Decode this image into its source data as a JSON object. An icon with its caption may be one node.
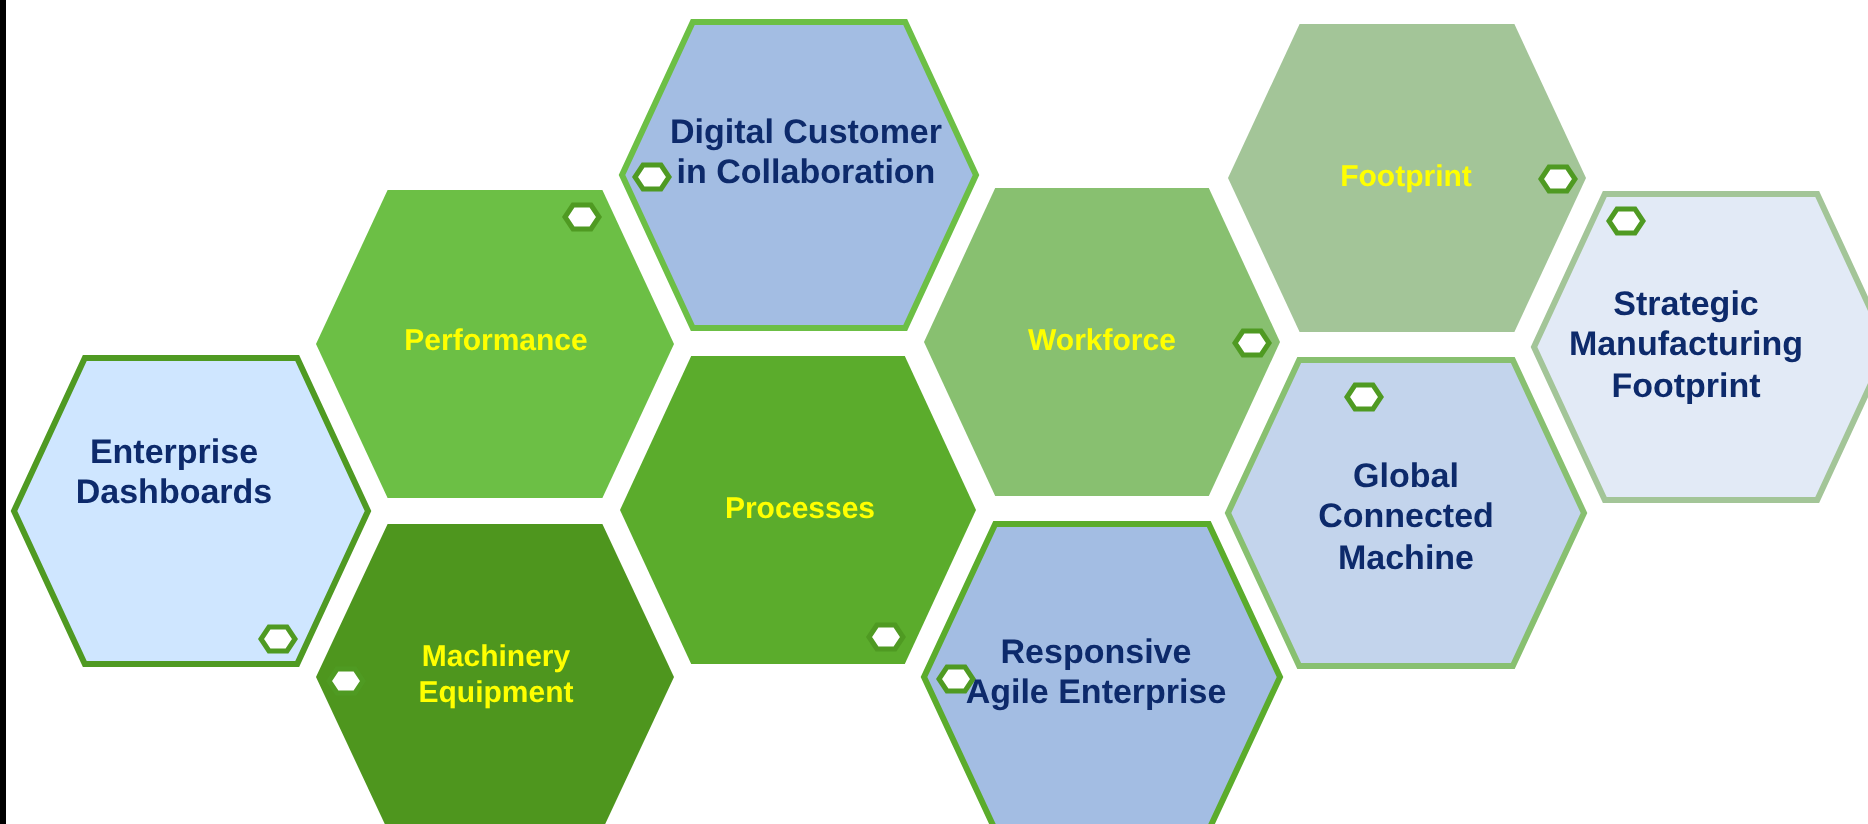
{
  "diagram": {
    "nodes": [
      {
        "text": [
          "Digital Customer in Collaboration"
        ]
      },
      {
        "text": [
          "Footprint"
        ]
      },
      {
        "text": [
          "Performance"
        ]
      },
      {
        "text": [
          "Workforce"
        ]
      },
      {
        "text": [
          "Strategic Manufacturing Footprint"
        ]
      },
      {
        "text": [
          "Enterprise Dashboards"
        ]
      },
      {
        "text": [
          "Processes"
        ]
      },
      {
        "text": [
          "Global Connected Machine"
        ]
      },
      {
        "text": [
          "Machinery Equipment"
        ]
      },
      {
        "text": [
          "Responsive Agile Enterprise"
        ]
      }
    ]
  }
}
